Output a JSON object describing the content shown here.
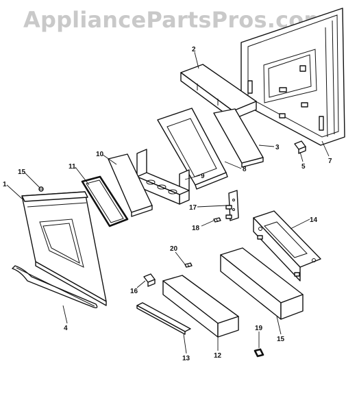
{
  "watermark": "AppliancePartsPros.com",
  "callouts": {
    "c1": "1",
    "c2": "2",
    "c3": "3",
    "c4": "4",
    "c5": "5",
    "c7": "7",
    "c8": "8",
    "c9": "9",
    "c10": "10",
    "c11": "11",
    "c12": "12",
    "c13": "13",
    "c14": "14",
    "c15a": "15",
    "c15b": "15",
    "c16": "16",
    "c17": "17",
    "c18": "18",
    "c19": "19",
    "c20": "20"
  }
}
